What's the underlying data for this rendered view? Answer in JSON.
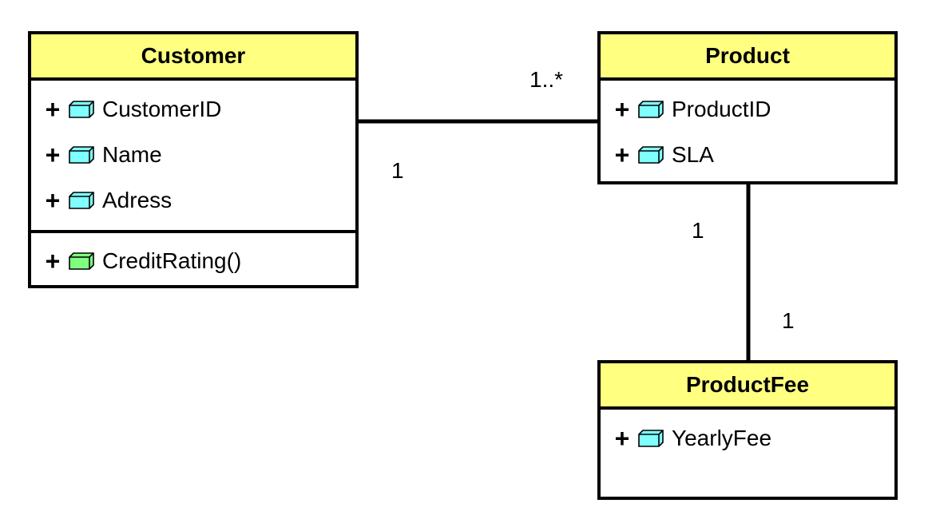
{
  "diagram": {
    "classes": {
      "customer": {
        "name": "Customer",
        "attributes": [
          {
            "visibility": "+",
            "name": "CustomerID",
            "icon": "attribute-icon"
          },
          {
            "visibility": "+",
            "name": "Name",
            "icon": "attribute-icon"
          },
          {
            "visibility": "+",
            "name": "Adress",
            "icon": "attribute-icon"
          }
        ],
        "operations": [
          {
            "visibility": "+",
            "name": "CreditRating()",
            "icon": "operation-icon"
          }
        ]
      },
      "product": {
        "name": "Product",
        "attributes": [
          {
            "visibility": "+",
            "name": "ProductID",
            "icon": "attribute-icon"
          },
          {
            "visibility": "+",
            "name": "SLA",
            "icon": "attribute-icon"
          }
        ]
      },
      "product_fee": {
        "name": "ProductFee",
        "attributes": [
          {
            "visibility": "+",
            "name": "YearlyFee",
            "icon": "attribute-icon"
          }
        ]
      }
    },
    "associations": [
      {
        "from": "Customer",
        "to": "Product",
        "from_multiplicity": "1",
        "to_multiplicity": "1..*"
      },
      {
        "from": "Product",
        "to": "ProductFee",
        "from_multiplicity": "1",
        "to_multiplicity": "1"
      }
    ],
    "colors": {
      "header_fill": "#ffff80",
      "attribute_icon": "#80ffff",
      "operation_icon": "#80ff80",
      "stroke": "#000000"
    }
  }
}
